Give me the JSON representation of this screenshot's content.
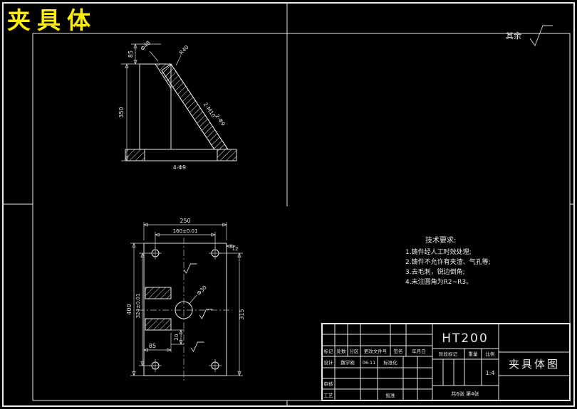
{
  "colors": {
    "background": "#000000",
    "line": "#e9e9e9",
    "accent": "#ffee00"
  },
  "sheet": {
    "title": "夹具体",
    "surface_note_label": "其余"
  },
  "front_view": {
    "dim_height": "350",
    "dim_top": "85",
    "label_dia_top": "Φ48",
    "label_radius": "R40",
    "label_incline_1": "2-M10",
    "label_incline_2": "2-Φ9",
    "label_base_holes": "4-Φ9"
  },
  "plan_view": {
    "dim_width": "250",
    "dim_hole_span_x": "160±0.01",
    "dim_corner": "12",
    "dim_height": "400",
    "dim_hole_span_y": "324±0.01",
    "dim_right": "315",
    "dim_pad": "85",
    "dim_slot": "20",
    "label_center_hole": "Φ30"
  },
  "tech_requirements": {
    "heading": "技术要求:",
    "items": [
      "1.铸件经人工时效处理;",
      "2.铸件不允许有夹渣、气孔等;",
      "3.去毛刺，锐边倒角;",
      "4.未注圆角为R2~R3。"
    ]
  },
  "title_block": {
    "material": "HT200",
    "drawing_name": "夹具体图",
    "rev_headers": {
      "mark": "标记",
      "count": "处数",
      "zone": "分区",
      "doc_no": "更改文件号",
      "sign": "签名",
      "date": "年月日"
    },
    "design_label": "设计",
    "designer_name": "魏学刚",
    "design_date": "06.11",
    "standard_label": "标准化",
    "audit_label": "审核",
    "process_label": "工艺",
    "approve_label": "批准",
    "stage_label": "阶段标记",
    "weight_label": "重量",
    "scale_label": "比例",
    "scale_value": "1:4",
    "sheet_info": "共6张 第4张"
  }
}
